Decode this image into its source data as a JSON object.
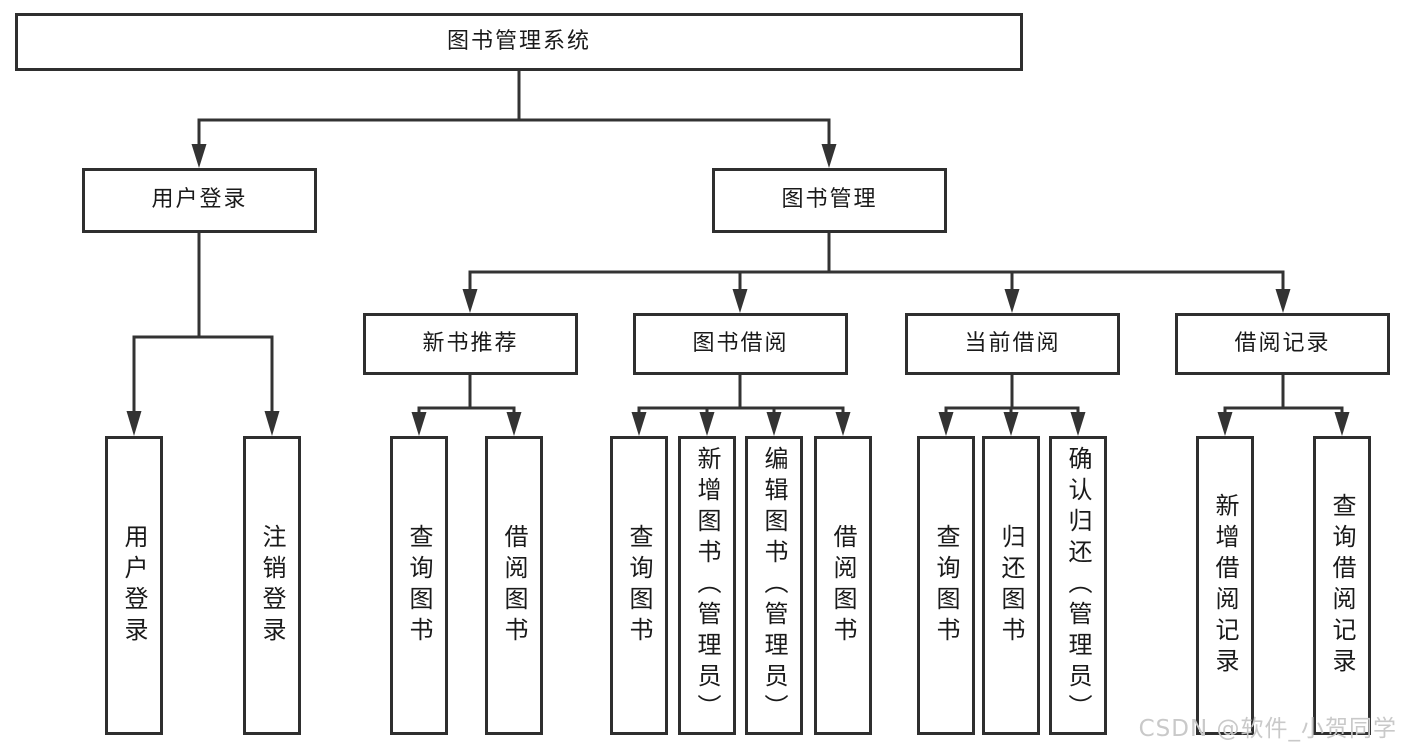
{
  "root": {
    "label": "图书管理系统"
  },
  "level2": [
    {
      "label": "用户登录",
      "leaves": [
        "用户登录",
        "注销登录"
      ]
    },
    {
      "label": "图书管理",
      "sections": [
        {
          "label": "新书推荐",
          "leaves": [
            "查询图书",
            "借阅图书"
          ]
        },
        {
          "label": "图书借阅",
          "leaves": [
            "查询图书",
            "新增图书（管理员）",
            "编辑图书（管理员）",
            "借阅图书"
          ]
        },
        {
          "label": "当前借阅",
          "leaves": [
            "查询图书",
            "归还图书",
            "确认归还（管理员）"
          ]
        },
        {
          "label": "借阅记录",
          "leaves": [
            "新增借阅记录",
            "查询借阅记录"
          ]
        }
      ]
    }
  ],
  "watermark": "CSDN @软件_小贺同学",
  "colors": {
    "line": "#333333",
    "box_border": "#2f2f2f",
    "text": "#1a1a1a",
    "watermark": "#c9c9c9",
    "background": "#ffffff"
  }
}
